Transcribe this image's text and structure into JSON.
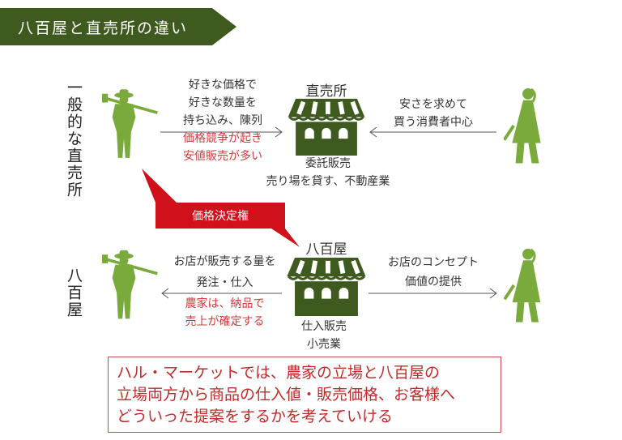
{
  "title": "八百屋と直売所の違い",
  "colors": {
    "banner": "#3f5a1f",
    "figure": "#7aaa3c",
    "shop": "#3f5a1f",
    "red": "#d0111b"
  },
  "row1": {
    "label": "一般的な直売所",
    "shop_name": "直売所",
    "left_lines": [
      "好きな価格で",
      "好きな数量を",
      "持ち込み、陳列"
    ],
    "left_red_lines": [
      "価格競争が起き",
      "安値販売が多い"
    ],
    "shop_caption": [
      "委託販売",
      "売り場を貸す、不動産業"
    ],
    "right_lines": [
      "安さを求めて",
      "買う消費者中心"
    ]
  },
  "callout": "価格決定権",
  "row2": {
    "label": "八百屋",
    "shop_name": "八百屋",
    "left_lines": [
      "お店が販売する量を",
      "発注・仕入"
    ],
    "left_red_lines": [
      "農家は、納品で",
      "売上が確定する"
    ],
    "shop_caption": [
      "仕入販売",
      "小売業"
    ],
    "right_lines": [
      "お店のコンセプト",
      "価値の提供"
    ]
  },
  "summary": [
    "ハル・マーケットでは、農家の立場と八百屋の",
    "立場両方から商品の仕入値・販売価格、お客様へ",
    "どういった提案をするかを考えていける"
  ]
}
